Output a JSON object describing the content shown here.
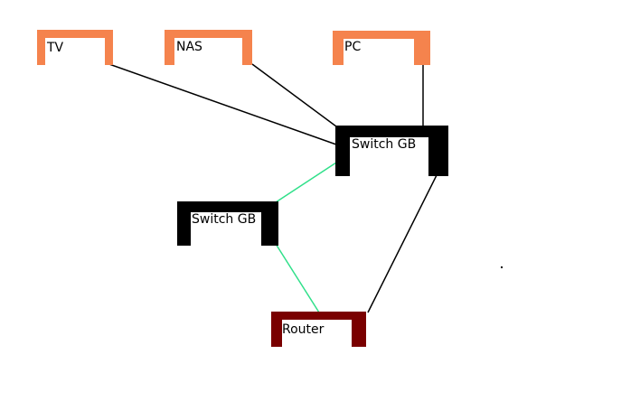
{
  "diagram": {
    "nodes": [
      {
        "id": "tv",
        "label": "TV",
        "color": "#f5834d"
      },
      {
        "id": "nas",
        "label": "NAS",
        "color": "#f5834d"
      },
      {
        "id": "pc",
        "label": "PC",
        "color": "#f5834d"
      },
      {
        "id": "switch_top",
        "label": "Switch GB",
        "color": "#000000"
      },
      {
        "id": "switch_mid",
        "label": "Switch GB",
        "color": "#000000"
      },
      {
        "id": "router",
        "label": "Router",
        "color": "#7a0000"
      }
    ],
    "links": [
      {
        "from": "tv",
        "to": "switch_top",
        "color": "#000000"
      },
      {
        "from": "nas",
        "to": "switch_top",
        "color": "#000000"
      },
      {
        "from": "pc",
        "to": "switch_top",
        "color": "#000000"
      },
      {
        "from": "switch_top",
        "to": "switch_mid",
        "color": "#30e08a"
      },
      {
        "from": "switch_mid",
        "to": "router",
        "color": "#30e08a"
      },
      {
        "from": "switch_top",
        "to": "router",
        "color": "#000000"
      }
    ]
  }
}
